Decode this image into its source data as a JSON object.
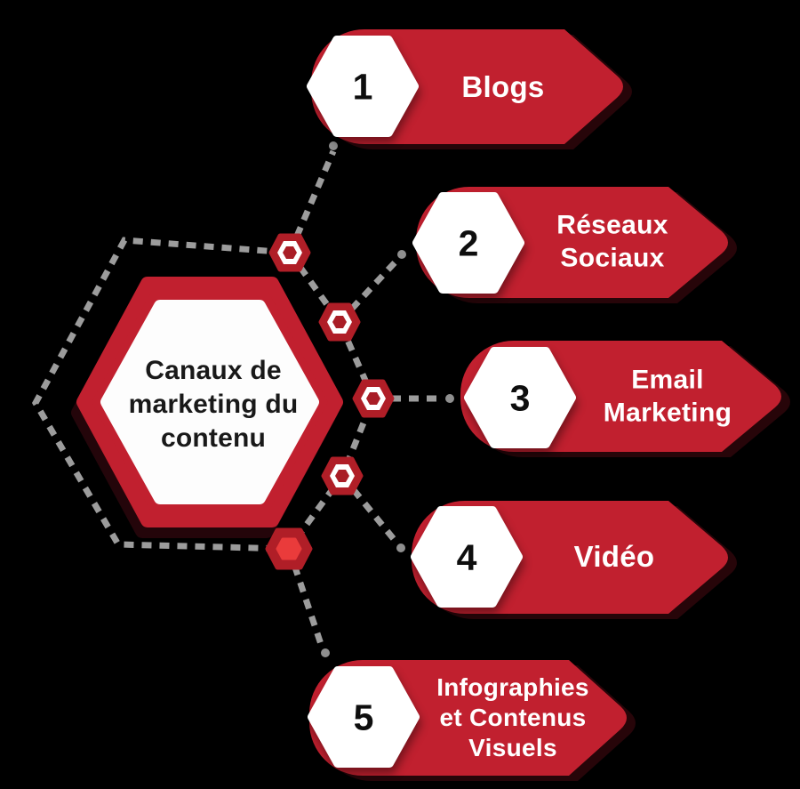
{
  "title": "Canaux de marketing du contenu",
  "items": [
    {
      "number": "1",
      "label": "Blogs"
    },
    {
      "number": "2",
      "label": "Réseaux Sociaux"
    },
    {
      "number": "3",
      "label": "Email Marketing"
    },
    {
      "number": "4",
      "label": "Vidéo"
    },
    {
      "number": "5",
      "label": "Infographies et Contenus Visuels"
    }
  ],
  "colors": {
    "banner_red": "#c1202f",
    "shadow_dark_red": "#2e060a",
    "node_red": "#b01e27",
    "node_inner_red": "#a91d26",
    "node_highlight_red": "#ea3b3b",
    "connector_gray": "#9c9c9c",
    "hex_white": "#ffffff",
    "text_dark": "#191919",
    "background": "#000000"
  }
}
